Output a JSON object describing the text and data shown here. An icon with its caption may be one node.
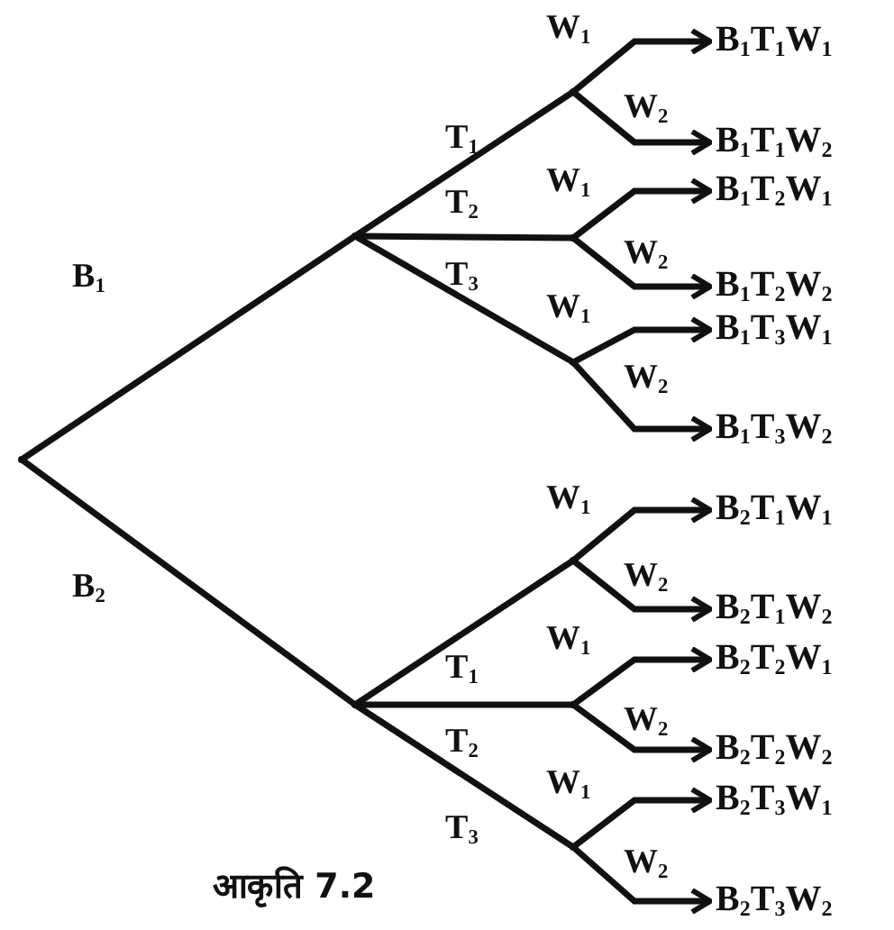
{
  "diagram": {
    "caption": "आकृति 7.2",
    "nodes": [
      {
        "text": [],
        "shape": "point"
      },
      {
        "text": [],
        "shape": "point"
      },
      {
        "text": [],
        "shape": "point"
      },
      {
        "text": [],
        "shape": "point"
      },
      {
        "text": [],
        "shape": "point"
      },
      {
        "text": [],
        "shape": "point"
      },
      {
        "text": [],
        "shape": "point"
      },
      {
        "text": [],
        "shape": "point"
      },
      {
        "text": [],
        "shape": "point"
      },
      {
        "text": [
          "B$_{1}$T$_{1}$W$_{1}$"
        ]
      },
      {
        "text": [
          "B$_{1}$T$_{1}$W$_{2}$"
        ]
      },
      {
        "text": [
          "B$_{1}$T$_{2}$W$_{1}$"
        ]
      },
      {
        "text": [
          "B$_{1}$T$_{2}$W$_{2}$"
        ]
      },
      {
        "text": [
          "B$_{1}$T$_{3}$W$_{1}$"
        ]
      },
      {
        "text": [
          "B$_{1}$T$_{3}$W$_{2}$"
        ]
      },
      {
        "text": [
          "B$_{2}$T$_{1}$W$_{1}$"
        ]
      },
      {
        "text": [
          "B$_{2}$T$_{1}$W$_{2}$"
        ]
      },
      {
        "text": [
          "B$_{2}$T$_{2}$W$_{1}$"
        ]
      },
      {
        "text": [
          "B$_{2}$T$_{2}$W$_{2}$"
        ]
      },
      {
        "text": [
          "B$_{2}$T$_{3}$W$_{1}$"
        ]
      },
      {
        "text": [
          "B$_{2}$T$_{3}$W$_{2}$"
        ]
      }
    ],
    "edges": [
      {
        "from": 0,
        "to": 1,
        "arrow": "none",
        "label": "B$_{1}$"
      },
      {
        "from": 0,
        "to": 2,
        "arrow": "none",
        "label": "B$_{2}$"
      },
      {
        "from": 1,
        "to": 3,
        "arrow": "none",
        "label": "T$_{1}$"
      },
      {
        "from": 1,
        "to": 4,
        "arrow": "none",
        "label": "T$_{2}$"
      },
      {
        "from": 1,
        "to": 5,
        "arrow": "none",
        "label": "T$_{3}$"
      },
      {
        "from": 2,
        "to": 6,
        "arrow": "none",
        "label": "T$_{1}$"
      },
      {
        "from": 2,
        "to": 7,
        "arrow": "none",
        "label": "T$_{2}$"
      },
      {
        "from": 2,
        "to": 8,
        "arrow": "none",
        "label": "T$_{3}$"
      },
      {
        "from": 3,
        "to": 9,
        "arrow": "to",
        "label": "W$_{1}$"
      },
      {
        "from": 3,
        "to": 10,
        "arrow": "to",
        "label": "W$_{2}$"
      },
      {
        "from": 4,
        "to": 11,
        "arrow": "to",
        "label": "W$_{1}$"
      },
      {
        "from": 4,
        "to": 12,
        "arrow": "to",
        "label": "W$_{2}$"
      },
      {
        "from": 5,
        "to": 13,
        "arrow": "to",
        "label": "W$_{1}$"
      },
      {
        "from": 5,
        "to": 14,
        "arrow": "to",
        "label": "W$_{2}$"
      },
      {
        "from": 6,
        "to": 15,
        "arrow": "to",
        "label": "W$_{1}$"
      },
      {
        "from": 6,
        "to": 16,
        "arrow": "to",
        "label": "W$_{2}$"
      },
      {
        "from": 7,
        "to": 17,
        "arrow": "to",
        "label": "W$_{1}$"
      },
      {
        "from": 7,
        "to": 18,
        "arrow": "to",
        "label": "W$_{2}$"
      },
      {
        "from": 8,
        "to": 19,
        "arrow": "to",
        "label": "W$_{1}$"
      },
      {
        "from": 8,
        "to": 20,
        "arrow": "to",
        "label": "W$_{2}$"
      }
    ]
  }
}
